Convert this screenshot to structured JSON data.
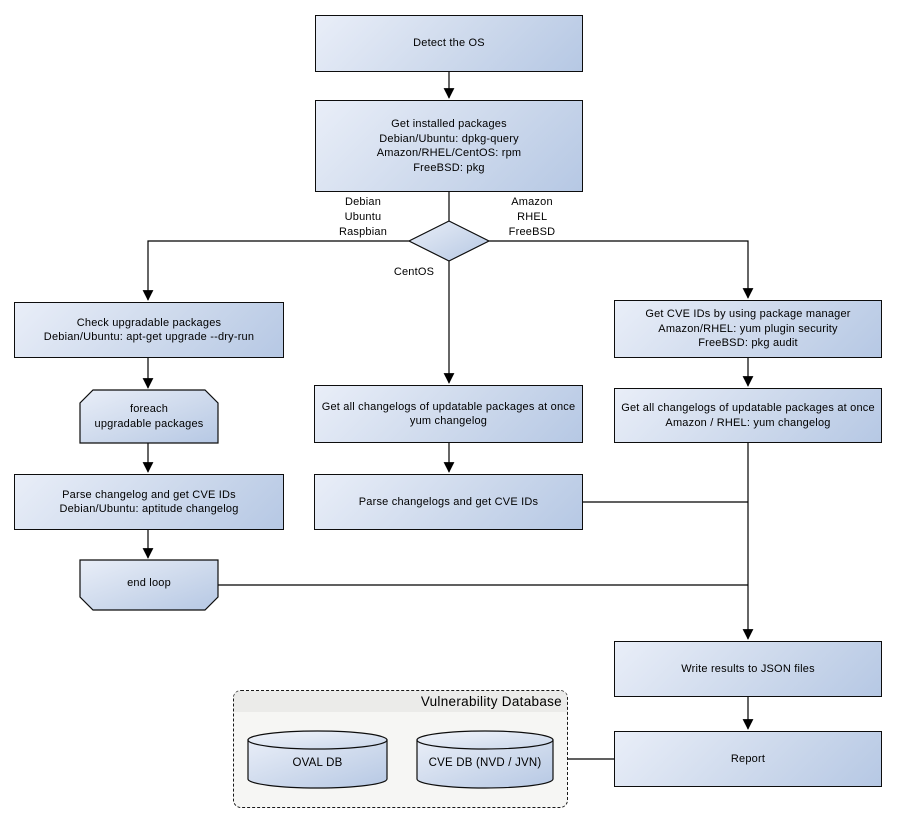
{
  "diagram": {
    "nodes": {
      "detect_os": {
        "l1": "Detect the OS"
      },
      "get_installed": {
        "l1": "Get installed packages",
        "l2": "Debian/Ubuntu: dpkg-query",
        "l3": "Amazon/RHEL/CentOS: rpm",
        "l4": "FreeBSD: pkg"
      },
      "check_upgradable": {
        "l1": "Check upgradable packages",
        "l2": "Debian/Ubuntu: apt-get upgrade --dry-run"
      },
      "foreach_loop": {
        "l1": "foreach",
        "l2": "upgradable  packages"
      },
      "parse_changelog": {
        "l1": "Parse changelog and get  CVE IDs",
        "l2": "Debian/Ubuntu: aptitude changelog"
      },
      "end_loop": {
        "l1": "end loop"
      },
      "get_changelogs_yum": {
        "l1": "Get all changelogs of updatable packages at once",
        "l2": "yum changelog"
      },
      "parse_changelogs": {
        "l1": "Parse changelogs and get CVE IDs"
      },
      "get_cve_ids_pkgmgr": {
        "l1": "Get CVE IDs by using package manager",
        "l2": "Amazon/RHEL: yum plugin security",
        "l3": "FreeBSD: pkg audit"
      },
      "get_changelogs_amzn": {
        "l1": "Get all changelogs of updatable packages at once",
        "l2": "Amazon / RHEL: yum changelog"
      },
      "write_json": {
        "l1": "Write results to JSON files"
      },
      "report": {
        "l1": "Report"
      }
    },
    "branch_labels": {
      "left_1": "Debian",
      "left_2": "Ubuntu",
      "left_3": "Raspbian",
      "right_1": "Amazon",
      "right_2": "RHEL",
      "right_3": "FreeBSD",
      "bottom": "CentOS"
    },
    "database_group": {
      "title": "Vulnerability Database",
      "oval_db": "OVAL DB",
      "cve_db": "CVE DB (NVD / JVN)"
    },
    "colors": {
      "node_gradient_start": "#e9eef8",
      "node_gradient_end": "#b6c8e4",
      "border": "#0d0d0d",
      "connector": "#000000",
      "group_fill": "#f6f6f4",
      "group_header_fill": "#ebebe9"
    }
  }
}
